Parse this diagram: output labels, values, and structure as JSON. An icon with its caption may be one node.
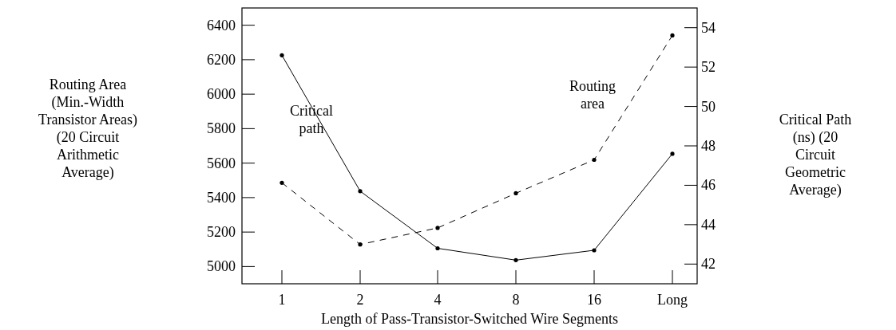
{
  "diagram": {
    "chart_data": [
      {
        "type": "line",
        "xlabel": "Length of Pass-Transistor-Switched Wire Segments",
        "ylabel": "Routing Area (Min.-Width Transistor Areas) (20 Circuit Arithmetic Average)",
        "categories": [
          "1",
          "2",
          "4",
          "8",
          "16",
          "Long"
        ],
        "series": [
          {
            "name": "Routing area",
            "line_style": "dashed",
            "values": [
              5486,
              5128,
              5224,
              5425,
              5619,
              6341
            ]
          }
        ],
        "ylim": [
          4900,
          6500
        ],
        "yticks": [
          5000,
          5200,
          5400,
          5600,
          5800,
          6000,
          6200,
          6400
        ]
      },
      {
        "type": "line",
        "ylabel": "Critical Path (ns) (20 Circuit Geometric Average)",
        "series": [
          {
            "name": "Critical path",
            "line_style": "solid",
            "values": [
              52.6,
              45.7,
              42.8,
              42.2,
              42.7,
              47.6
            ]
          }
        ],
        "ylim": [
          41,
          55
        ],
        "yticks": [
          42,
          44,
          46,
          48,
          50,
          52,
          54
        ]
      }
    ]
  }
}
